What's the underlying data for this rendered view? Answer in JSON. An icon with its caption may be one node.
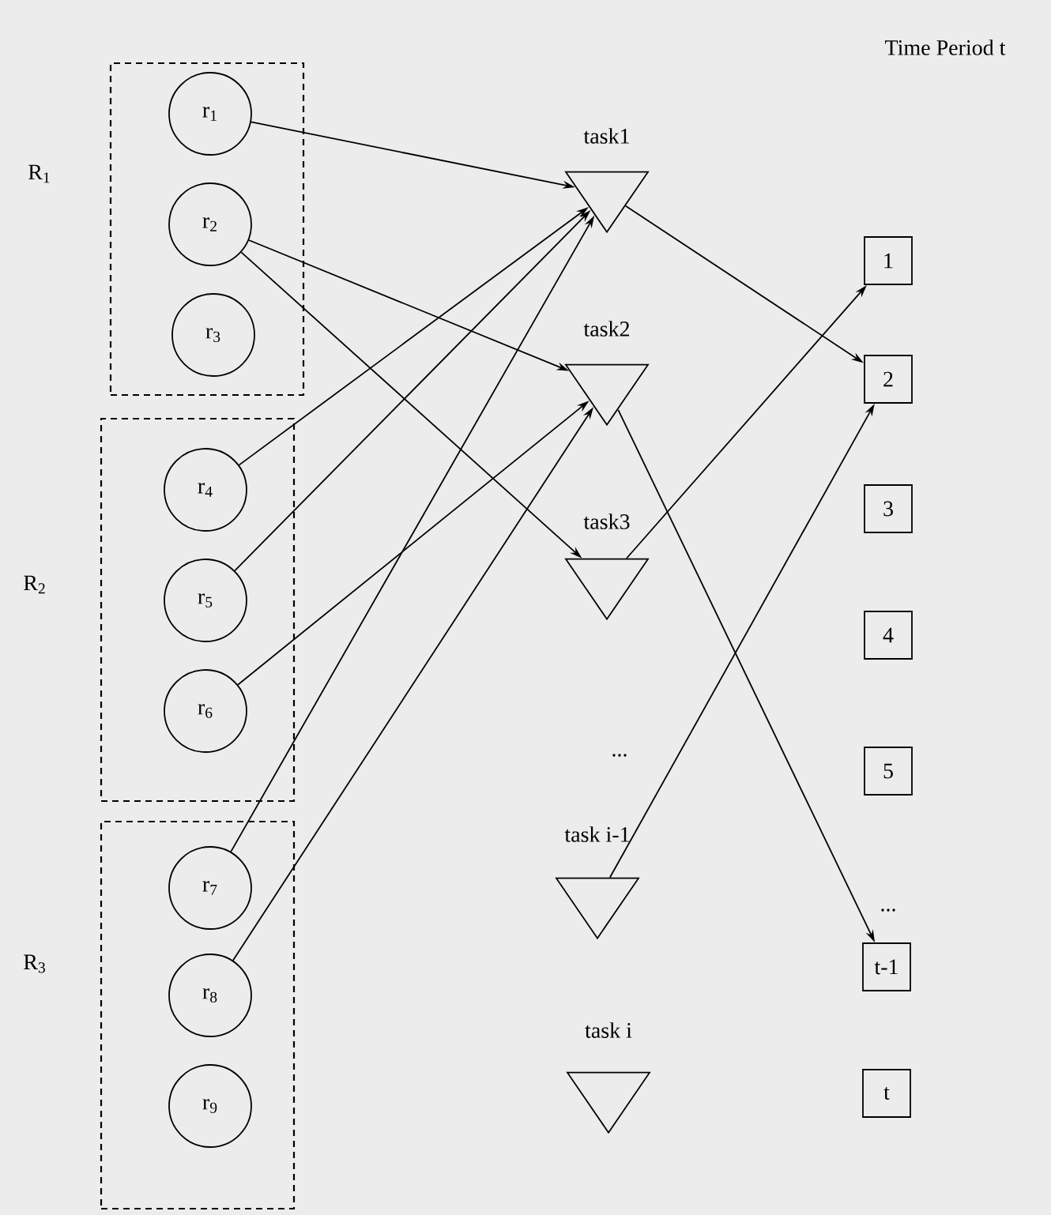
{
  "diagram": {
    "nodes": [
      {
        "text": [
          "R$_{1}$"
        ]
      },
      {
        "text": [
          "r$_{1}$"
        ],
        "in": 0
      },
      {
        "text": [
          "r$_{2}$"
        ],
        "in": 0
      },
      {
        "text": [
          "r$_{3}$"
        ],
        "in": 0
      },
      {
        "text": [
          "R$_{2}$"
        ]
      },
      {
        "text": [
          "r$_{4}$"
        ],
        "in": 4
      },
      {
        "text": [
          "r$_{5}$"
        ],
        "in": 4
      },
      {
        "text": [
          "r$_{6}$"
        ],
        "in": 4
      },
      {
        "text": [
          "R$_{3}$"
        ]
      },
      {
        "text": [
          "r$_{7}$"
        ],
        "in": 8
      },
      {
        "text": [
          "r$_{8}$"
        ],
        "in": 8
      },
      {
        "text": [
          "r$_{9}$"
        ],
        "in": 8
      },
      {
        "text": [
          "task1"
        ]
      },
      {
        "text": [
          "task2"
        ]
      },
      {
        "text": [
          "task3"
        ]
      },
      {
        "text": [
          "task i-1"
        ]
      },
      {
        "text": [
          "task i"
        ]
      },
      {
        "text": [
          "1"
        ]
      },
      {
        "text": [
          "2"
        ]
      },
      {
        "text": [
          "3"
        ]
      },
      {
        "text": [
          "4"
        ]
      },
      {
        "text": [
          "5"
        ]
      },
      {
        "text": [
          "t-1"
        ]
      },
      {
        "text": [
          "t"
        ]
      }
    ],
    "edges": [
      {
        "from": 1,
        "to": 12,
        "arrow": "to"
      },
      {
        "from": 2,
        "to": 13,
        "arrow": "to"
      },
      {
        "from": 2,
        "to": 14,
        "arrow": "to"
      },
      {
        "from": 5,
        "to": 12,
        "arrow": "to"
      },
      {
        "from": 6,
        "to": 12,
        "arrow": "to"
      },
      {
        "from": 9,
        "to": 12,
        "arrow": "to"
      },
      {
        "from": 7,
        "to": 13,
        "arrow": "to"
      },
      {
        "from": 10,
        "to": 13,
        "arrow": "to"
      },
      {
        "from": 12,
        "to": 18,
        "arrow": "to"
      },
      {
        "from": 13,
        "to": 22,
        "arrow": "to"
      },
      {
        "from": 14,
        "to": 17,
        "arrow": "to"
      },
      {
        "from": 15,
        "to": 18,
        "arrow": "to"
      }
    ],
    "labels": [
      "Time Period t",
      "...",
      "..."
    ]
  }
}
